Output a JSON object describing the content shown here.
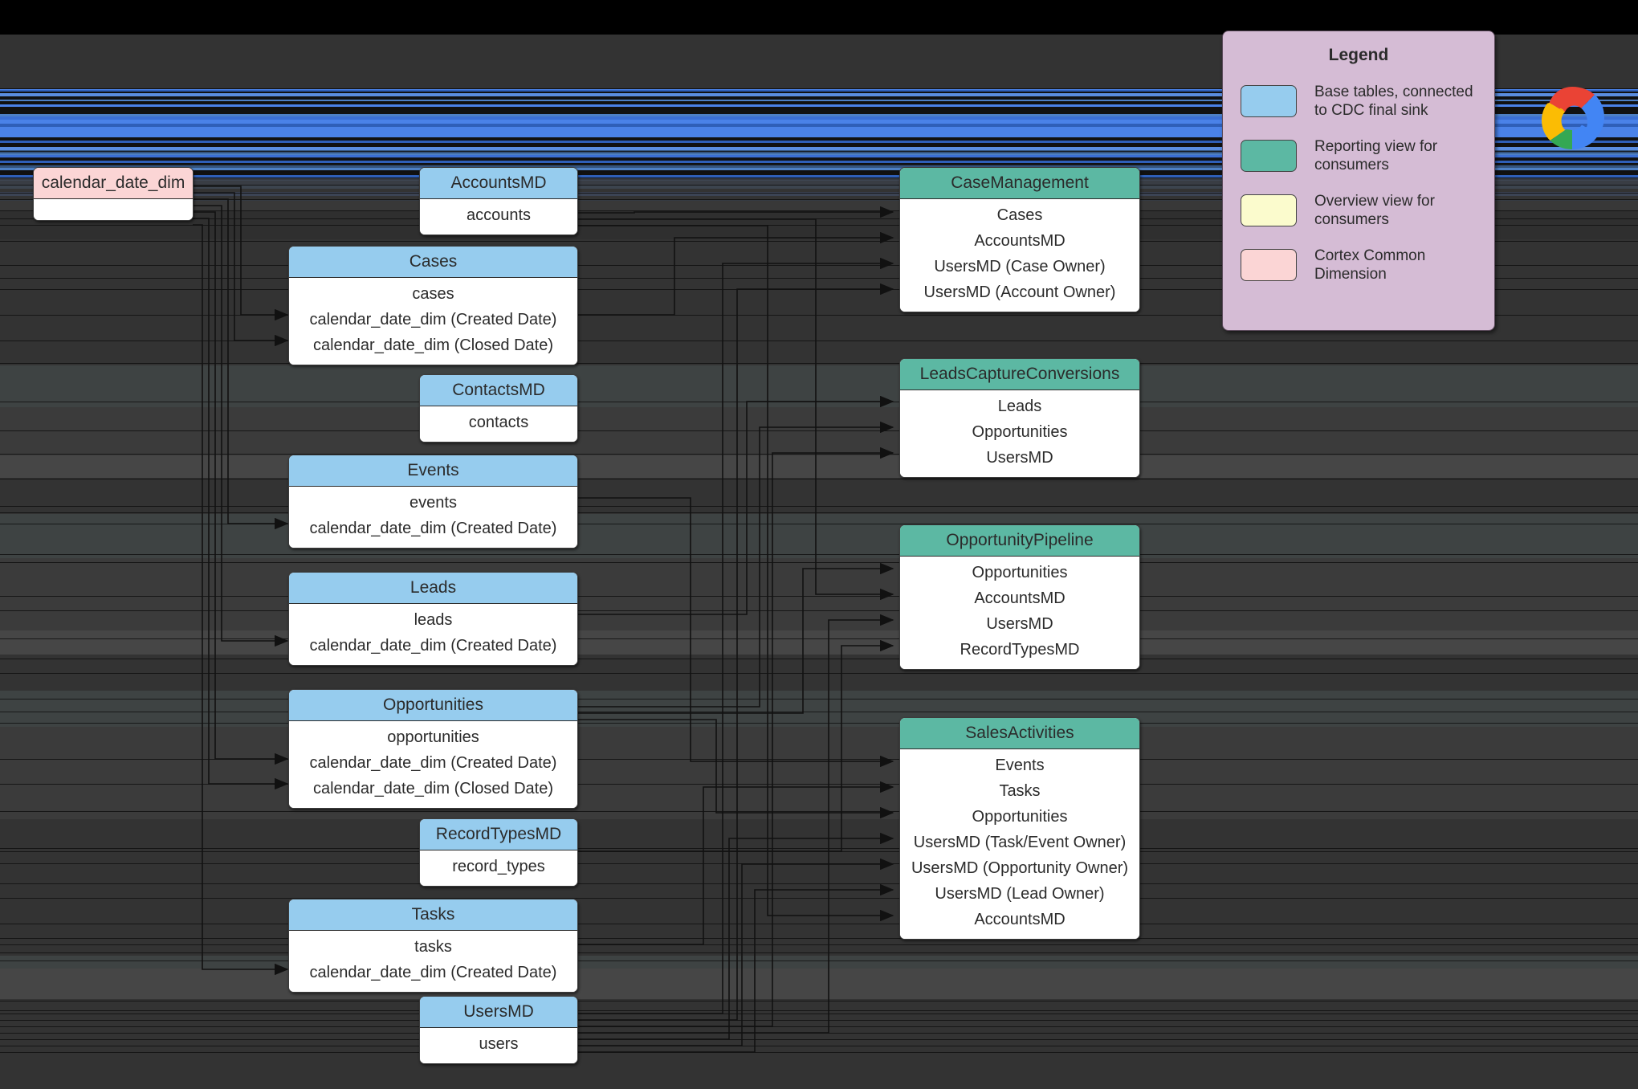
{
  "canvas": {
    "bg": "#333333",
    "topbar_bg": "#000000"
  },
  "palette": {
    "base_table": "#96ccee",
    "reporting_view": "#5cb8a3",
    "overview_view": "#fbfbcd",
    "cortex_dimension": "#fbd5d5",
    "legend_bg": "#d5bcd5",
    "text": "#2b2b2b"
  },
  "legend": {
    "title": "Legend",
    "items": [
      {
        "swatch": "blue",
        "label": "Base tables, connected to CDC final sink"
      },
      {
        "swatch": "green",
        "label": "Reporting view for consumers"
      },
      {
        "swatch": "yellow",
        "label": "Overview view for consumers"
      },
      {
        "swatch": "pink",
        "label": "Cortex Common Dimension"
      }
    ]
  },
  "logo": {
    "name": "google-cloud-logo"
  },
  "nodes": {
    "calendar_date_dim": {
      "title": "calendar_date_dim",
      "rows": []
    },
    "accountsmd": {
      "title": "AccountsMD",
      "rows": [
        "accounts"
      ]
    },
    "cases": {
      "title": "Cases",
      "rows": [
        "cases",
        "calendar_date_dim (Created Date)",
        "calendar_date_dim (Closed Date)"
      ]
    },
    "contactsmd": {
      "title": "ContactsMD",
      "rows": [
        "contacts"
      ]
    },
    "events": {
      "title": "Events",
      "rows": [
        "events",
        "calendar_date_dim (Created Date)"
      ]
    },
    "leads": {
      "title": "Leads",
      "rows": [
        "leads",
        "calendar_date_dim (Created Date)"
      ]
    },
    "opportunities": {
      "title": "Opportunities",
      "rows": [
        "opportunities",
        "calendar_date_dim (Created Date)",
        "calendar_date_dim (Closed Date)"
      ]
    },
    "recordtypesmd": {
      "title": "RecordTypesMD",
      "rows": [
        "record_types"
      ]
    },
    "tasks": {
      "title": "Tasks",
      "rows": [
        "tasks",
        "calendar_date_dim (Created Date)"
      ]
    },
    "usersmd": {
      "title": "UsersMD",
      "rows": [
        "users"
      ]
    },
    "casemanagement": {
      "title": "CaseManagement",
      "rows": [
        "Cases",
        "AccountsMD",
        "UsersMD (Case Owner)",
        "UsersMD (Account Owner)"
      ]
    },
    "leadscaptureconversions": {
      "title": "LeadsCaptureConversions",
      "rows": [
        "Leads",
        "Opportunities",
        "UsersMD"
      ]
    },
    "opportunitypipeline": {
      "title": "OpportunityPipeline",
      "rows": [
        "Opportunities",
        "AccountsMD",
        "UsersMD",
        "RecordTypesMD"
      ]
    },
    "salesactivities": {
      "title": "SalesActivities",
      "rows": [
        "Events",
        "Tasks",
        "Opportunities",
        "UsersMD (Task/Event Owner)",
        "UsersMD (Opportunity Owner)",
        "UsersMD (Lead Owner)",
        "AccountsMD"
      ]
    }
  }
}
